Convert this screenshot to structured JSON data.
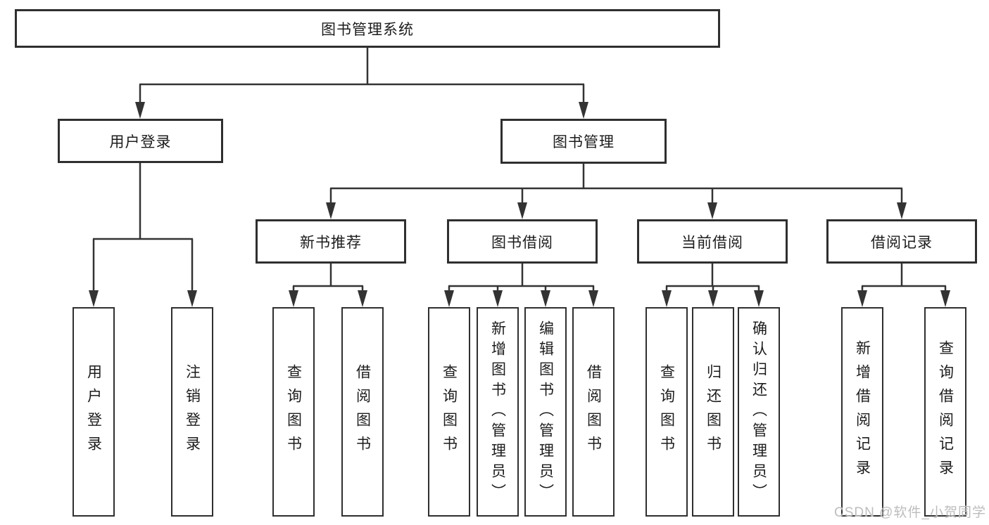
{
  "diagram": {
    "root": {
      "label": "图书管理系统"
    },
    "branches": [
      {
        "label": "用户登录",
        "children": [
          {
            "label": "用户登录"
          },
          {
            "label": "注销登录"
          }
        ]
      },
      {
        "label": "图书管理",
        "children": [
          {
            "label": "新书推荐",
            "children": [
              {
                "label": "查询图书"
              },
              {
                "label": "借阅图书"
              }
            ]
          },
          {
            "label": "图书借阅",
            "children": [
              {
                "label": "查询图书"
              },
              {
                "label": "新增图书（管理员）"
              },
              {
                "label": "编辑图书（管理员）"
              },
              {
                "label": "借阅图书"
              }
            ]
          },
          {
            "label": "当前借阅",
            "children": [
              {
                "label": "查询图书"
              },
              {
                "label": "归还图书"
              },
              {
                "label": "确认归还（管理员）"
              }
            ]
          },
          {
            "label": "借阅记录",
            "children": [
              {
                "label": "新增借阅记录"
              },
              {
                "label": "查询借阅记录"
              }
            ]
          }
        ]
      }
    ]
  },
  "watermark": {
    "text": "CSDN @软件_小贺同学"
  },
  "colors": {
    "line": "#333333",
    "border": "#2f2f2f",
    "text": "#1c1c1c",
    "background": "#ffffff",
    "watermark": "#bdbdbd"
  }
}
